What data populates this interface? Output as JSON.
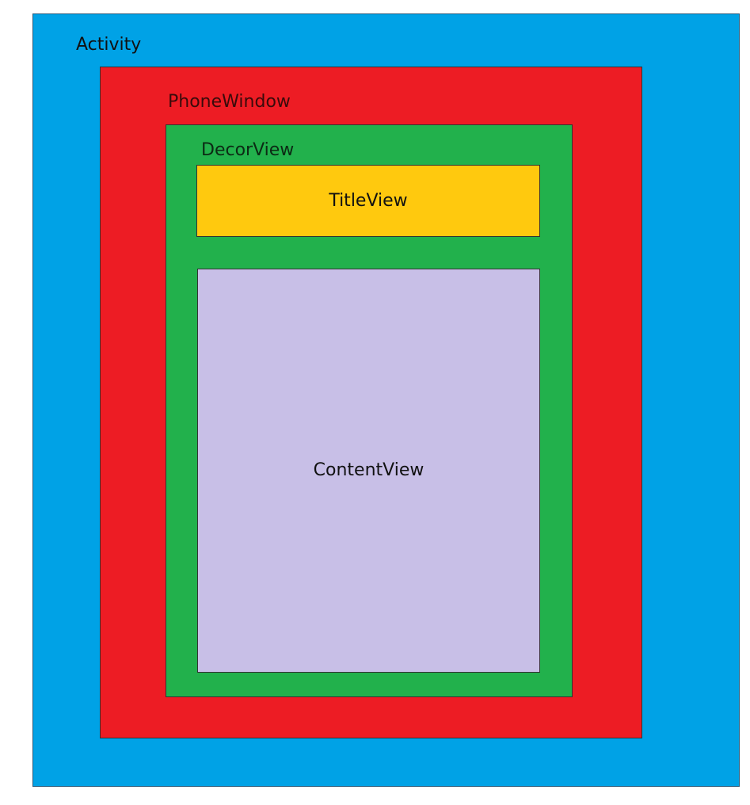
{
  "diagram": {
    "activity": {
      "label": "Activity",
      "color": "#00a2e6"
    },
    "phone_window": {
      "label": "PhoneWindow",
      "color": "#ed1c24"
    },
    "decor_view": {
      "label": "DecorView",
      "color": "#22b14c"
    },
    "title_view": {
      "label": "TitleView",
      "color": "#ffc90e"
    },
    "content_view": {
      "label": "ContentView",
      "color": "#c8bfe7"
    }
  }
}
